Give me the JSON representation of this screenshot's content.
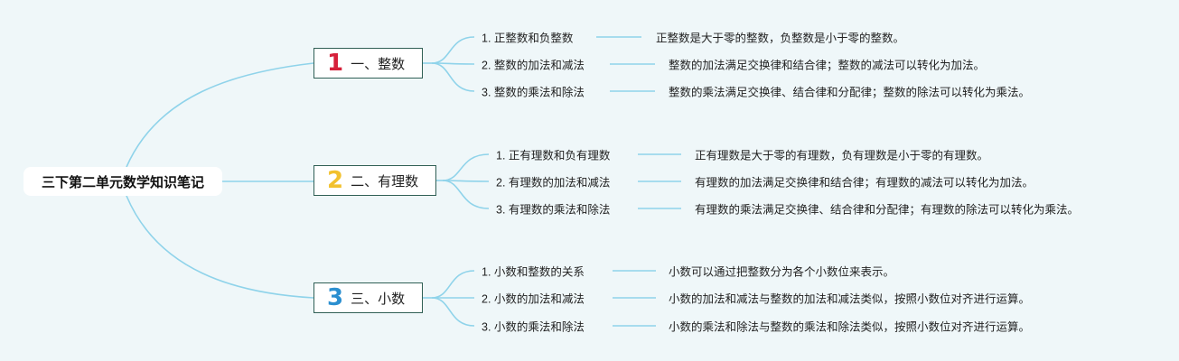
{
  "root": {
    "title": "三下第二单元数学知识笔记"
  },
  "topics": [
    {
      "number": "1",
      "label": "一、整数",
      "number_color": "#d6203a",
      "items": [
        {
          "label": "1. 正整数和负整数",
          "desc": "正整数是大于零的整数，负整数是小于零的整数。"
        },
        {
          "label": "2. 整数的加法和减法",
          "desc": "整数的加法满足交换律和结合律；整数的减法可以转化为加法。"
        },
        {
          "label": "3. 整数的乘法和除法",
          "desc": "整数的乘法满足交换律、结合律和分配律；整数的除法可以转化为乘法。"
        }
      ]
    },
    {
      "number": "2",
      "label": "二、有理数",
      "number_color": "#f2c12e",
      "items": [
        {
          "label": "1. 正有理数和负有理数",
          "desc": "正有理数是大于零的有理数，负有理数是小于零的有理数。"
        },
        {
          "label": "2. 有理数的加法和减法",
          "desc": "有理数的加法满足交换律和结合律；有理数的减法可以转化为加法。"
        },
        {
          "label": "3. 有理数的乘法和除法",
          "desc": "有理数的乘法满足交换律、结合律和分配律；有理数的除法可以转化为乘法。"
        }
      ]
    },
    {
      "number": "3",
      "label": "三、小数",
      "number_color": "#2b8fd0",
      "items": [
        {
          "label": "1. 小数和整数的关系",
          "desc": "小数可以通过把整数分为各个小数位来表示。"
        },
        {
          "label": "2. 小数的加法和减法",
          "desc": "小数的加法和减法与整数的加法和减法类似，按照小数位对齐进行运算。"
        },
        {
          "label": "3. 小数的乘法和除法",
          "desc": "小数的乘法和除法与整数的乘法和除法类似，按照小数位对齐进行运算。"
        }
      ]
    }
  ],
  "colors": {
    "connector": "#8fd3ea",
    "background": "#eff7f9",
    "topic_border": "#2f5f55"
  }
}
